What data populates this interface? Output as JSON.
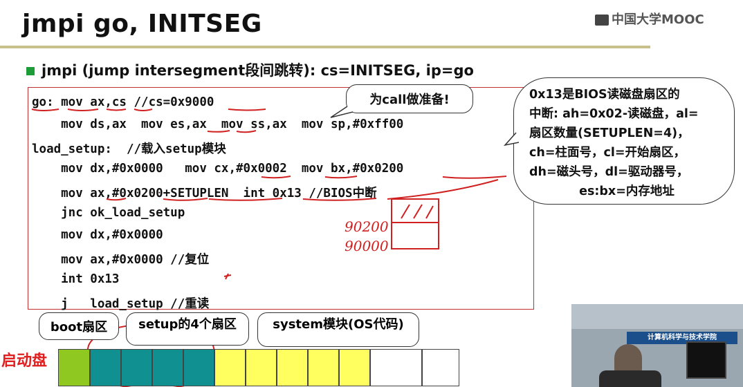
{
  "title": "jmpi go, INITSEG",
  "logo": "中国大学MOOC",
  "bullet": "jmpi (jump intersegment段间跳转): cs=INITSEG, ip=go",
  "code_lines": [
    "go: mov ax,cs //cs=0x9000",
    "    mov ds,ax  mov es,ax  mov ss,ax  mov sp,#0xff00",
    "load_setup:  //载入setup模块",
    "    mov dx,#0x0000   mov cx,#0x0002  mov bx,#0x0200",
    "    mov ax,#0x0200+SETUPLEN  int 0x13 //BIOS中断",
    "    jnc ok_load_setup",
    "    mov dx,#0x0000",
    "    mov ax,#0x0000 //复位",
    "    int 0x13",
    "    j   load_setup //重读"
  ],
  "callout_call": "为call做准备!",
  "callout_bios": [
    "0x13是BIOS读磁盘扇区的",
    "中断: ah=0x02-读磁盘，al=",
    "扇区数量(SETUPLEN=4)，",
    "ch=柱面号，cl=开始扇区，",
    "dh=磁头号，dl=驱动器号，",
    "es:bx=内存地址"
  ],
  "disk": {
    "label": "启动盘",
    "tags": [
      "boot扇区",
      "setup的4个扇区",
      "system模块(OS代码)"
    ],
    "colors": {
      "boot": "#8ec820",
      "setup": "#109090",
      "system": "#ffff60",
      "empty": "#ffffff"
    }
  },
  "annotations": {
    "addr1": "90200",
    "addr2": "90000"
  },
  "accent": "#1e9c3a",
  "video_label": "计算机科学与技术学院"
}
